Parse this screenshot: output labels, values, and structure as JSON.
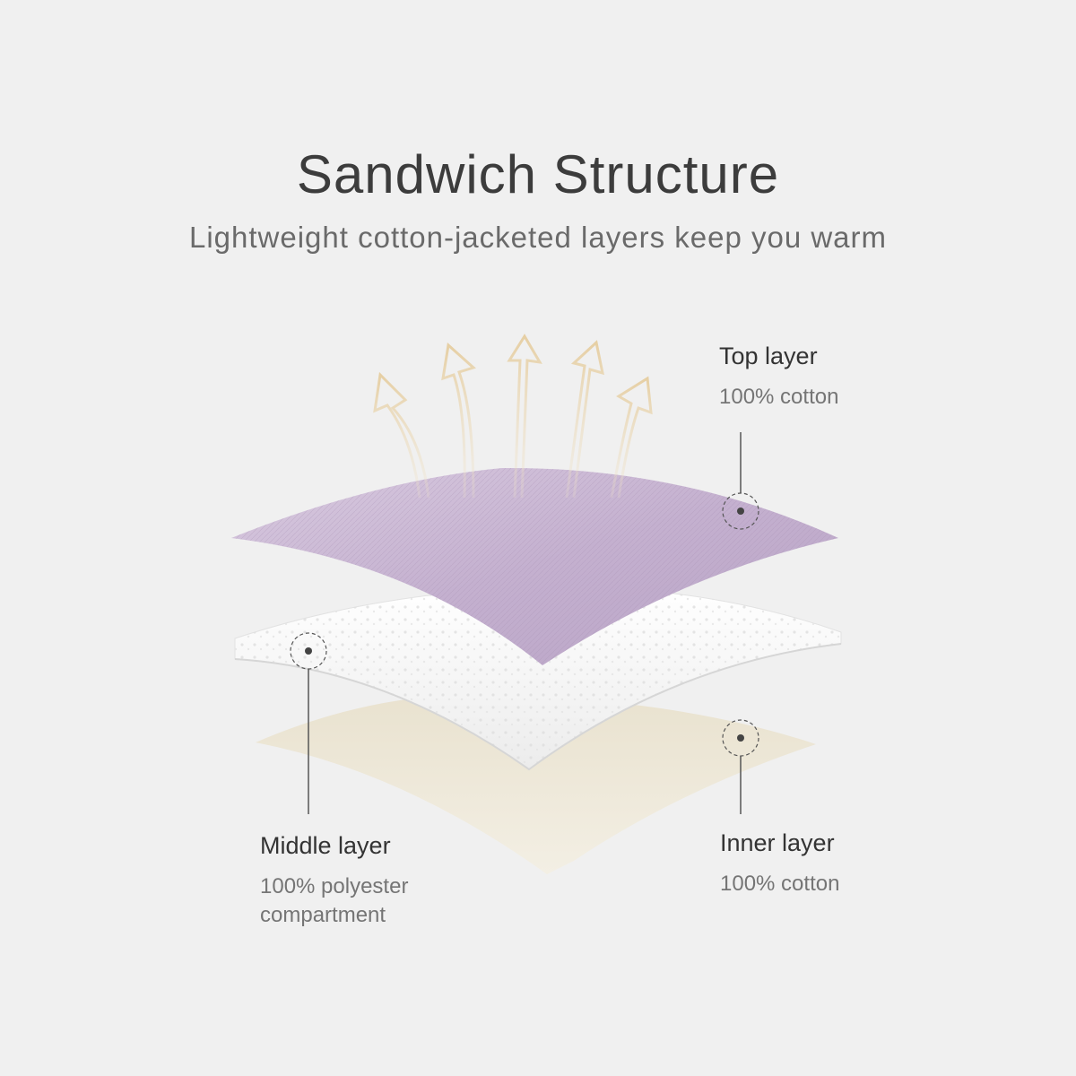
{
  "header": {
    "title": "Sandwich Structure",
    "subtitle": "Lightweight cotton-jacketed layers keep you warm"
  },
  "layers": {
    "top": {
      "name": "Top layer",
      "material": "100% cotton",
      "color": "#c8b6d2"
    },
    "middle": {
      "name": "Middle layer",
      "material": "100% polyester\ncompartment",
      "color": "#f7f7f7"
    },
    "inner": {
      "name": "Inner layer",
      "material": "100% cotton",
      "color": "#ece6d6"
    }
  },
  "colors": {
    "background": "#f0f0f0",
    "warmth_arrow": "#e8d4ae",
    "leader_line": "#555555"
  }
}
